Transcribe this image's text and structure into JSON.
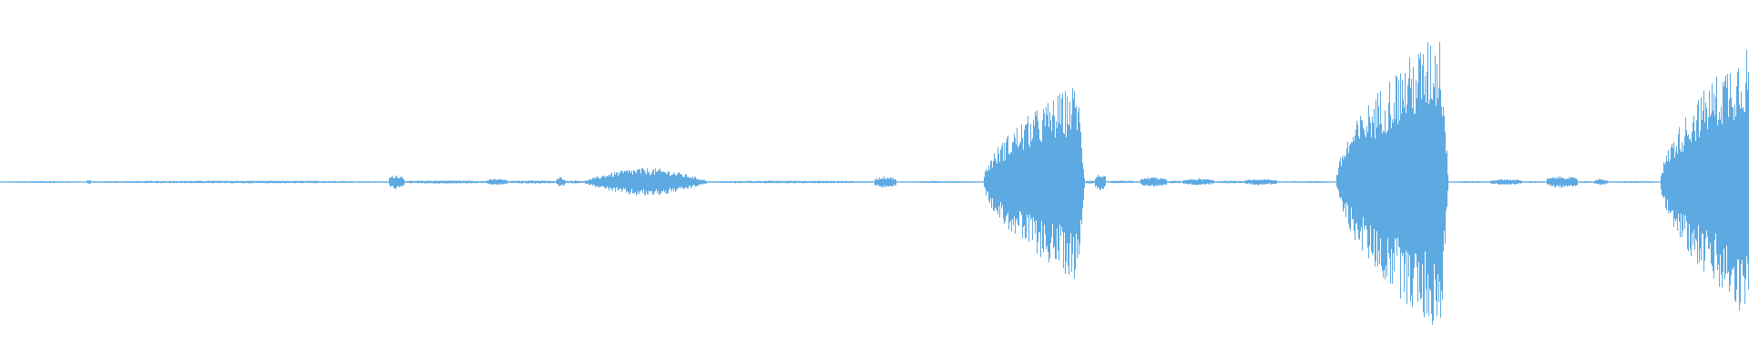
{
  "waveform": {
    "color": "#5DA9E1",
    "background": "#FFFFFF",
    "baseline_amplitude": 0.006,
    "segments": [
      {
        "start": 0.0,
        "end": 0.049,
        "amplitude": 0.006
      },
      {
        "start": 0.049,
        "end": 0.052,
        "amplitude": 0.014
      },
      {
        "start": 0.052,
        "end": 0.222,
        "amplitude": 0.008
      },
      {
        "start": 0.222,
        "end": 0.231,
        "amplitude": 0.045
      },
      {
        "start": 0.231,
        "end": 0.278,
        "amplitude": 0.01
      },
      {
        "start": 0.278,
        "end": 0.29,
        "amplitude": 0.02
      },
      {
        "start": 0.29,
        "end": 0.318,
        "amplitude": 0.01
      },
      {
        "start": 0.318,
        "end": 0.323,
        "amplitude": 0.03
      },
      {
        "start": 0.323,
        "end": 0.334,
        "amplitude": 0.01
      },
      {
        "start": 0.334,
        "end": 0.404,
        "amplitude": 0.085,
        "shape": "swell"
      },
      {
        "start": 0.404,
        "end": 0.5,
        "amplitude": 0.008
      },
      {
        "start": 0.5,
        "end": 0.512,
        "amplitude": 0.035
      },
      {
        "start": 0.512,
        "end": 0.562,
        "amplitude": 0.006
      },
      {
        "start": 0.562,
        "end": 0.62,
        "amplitude": 0.62,
        "shape": "ramp-up-cut"
      },
      {
        "start": 0.62,
        "end": 0.626,
        "amplitude": 0.01
      },
      {
        "start": 0.626,
        "end": 0.632,
        "amplitude": 0.05
      },
      {
        "start": 0.632,
        "end": 0.652,
        "amplitude": 0.008
      },
      {
        "start": 0.652,
        "end": 0.667,
        "amplitude": 0.03
      },
      {
        "start": 0.667,
        "end": 0.676,
        "amplitude": 0.008
      },
      {
        "start": 0.676,
        "end": 0.694,
        "amplitude": 0.02
      },
      {
        "start": 0.694,
        "end": 0.711,
        "amplitude": 0.008
      },
      {
        "start": 0.711,
        "end": 0.73,
        "amplitude": 0.018
      },
      {
        "start": 0.73,
        "end": 0.764,
        "amplitude": 0.006
      },
      {
        "start": 0.764,
        "end": 0.828,
        "amplitude": 0.95,
        "shape": "ramp-up-cut"
      },
      {
        "start": 0.828,
        "end": 0.852,
        "amplitude": 0.006
      },
      {
        "start": 0.852,
        "end": 0.87,
        "amplitude": 0.018
      },
      {
        "start": 0.87,
        "end": 0.884,
        "amplitude": 0.006
      },
      {
        "start": 0.884,
        "end": 0.902,
        "amplitude": 0.035
      },
      {
        "start": 0.902,
        "end": 0.911,
        "amplitude": 0.006
      },
      {
        "start": 0.911,
        "end": 0.919,
        "amplitude": 0.018
      },
      {
        "start": 0.919,
        "end": 0.949,
        "amplitude": 0.006
      },
      {
        "start": 0.949,
        "end": 1.0,
        "amplitude": 0.85,
        "shape": "ramp-up"
      }
    ]
  }
}
